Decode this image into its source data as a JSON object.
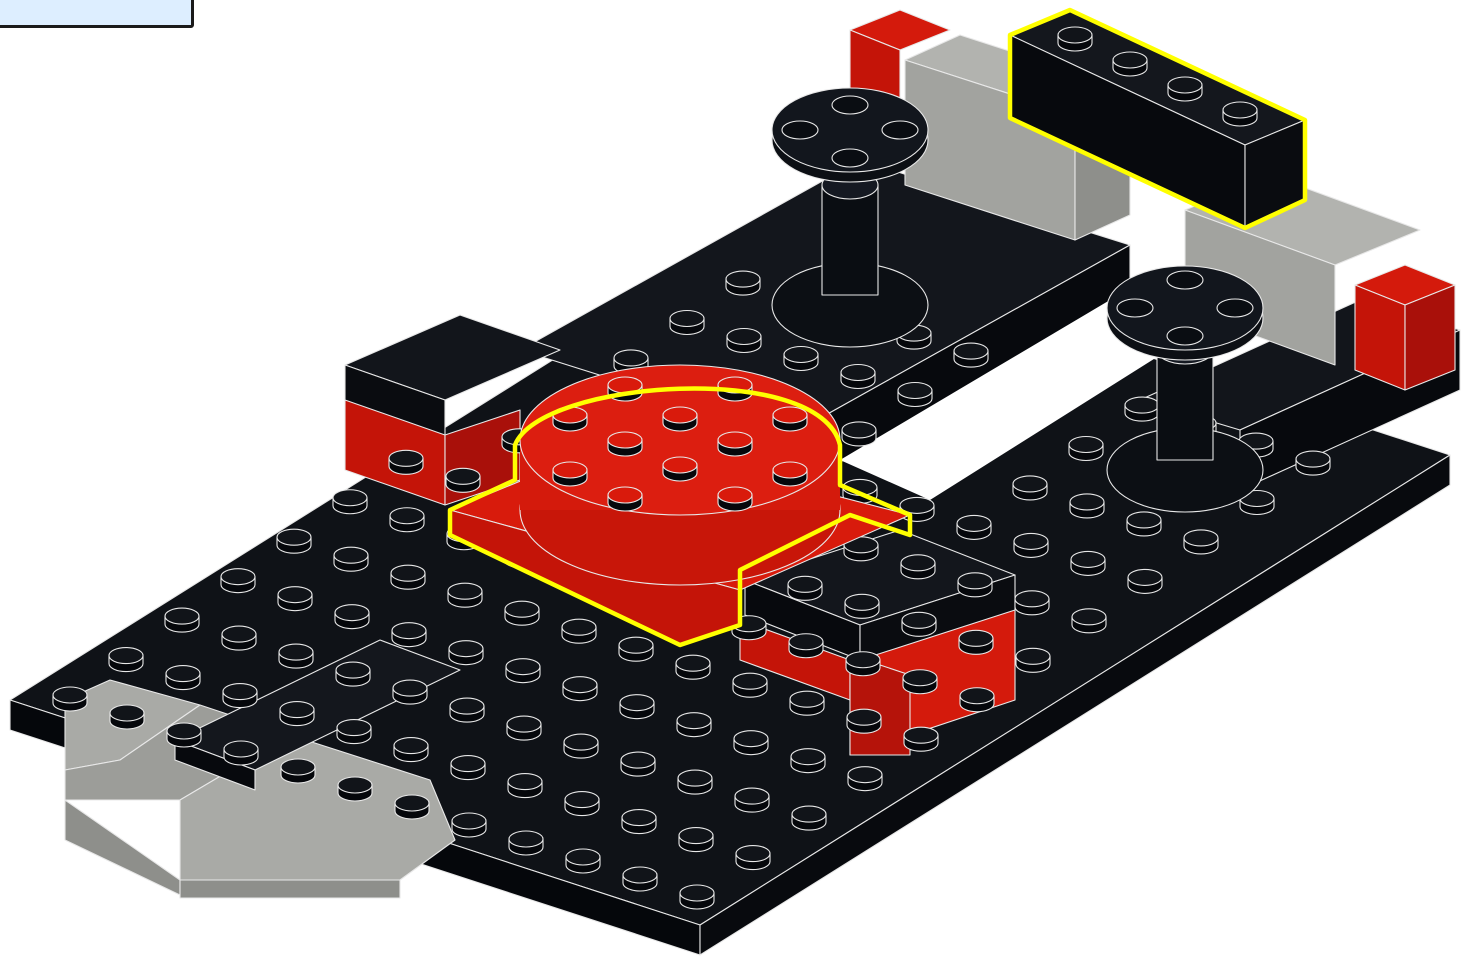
{
  "colors": {
    "background": "#ffffff",
    "callout_fill": "#ddeeff",
    "callout_border": "#1a1a1a",
    "brick_black_top": "#111419",
    "brick_black_side": "#05070b",
    "brick_red_top": "#d91a0c",
    "brick_red_side": "#c41408",
    "brick_gray_top": "#a9aaa6",
    "brick_gray_side": "#8e8f8b",
    "highlight": "#ffff00",
    "edge_line": "#e8e8e8"
  },
  "parts": [
    "black-baseplate",
    "black-side-plate",
    "gray-wedge-plates",
    "red-turntable",
    "black-brick-1x4",
    "gray-bricks",
    "red-bricks",
    "round-plates-with-axle"
  ]
}
